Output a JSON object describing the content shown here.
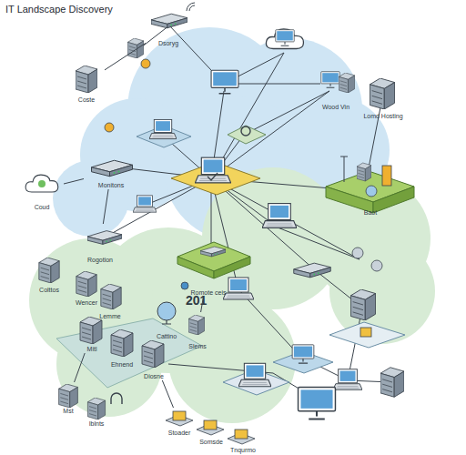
{
  "diagram": {
    "title": "IT Landscape Discovery",
    "nodes": [
      {
        "text": [
          "Dsoryg"
        ]
      },
      {
        "text": [
          "Coste"
        ]
      },
      {
        "text": [
          "Wood Vin"
        ]
      },
      {
        "text": [
          "Lomd Hosting"
        ]
      },
      {
        "text": [
          "Coud"
        ]
      },
      {
        "text": [
          "Monitons"
        ]
      },
      {
        "text": [
          "Rogotion"
        ]
      },
      {
        "text": [
          "Baot"
        ]
      },
      {
        "text": [
          "Colttos"
        ]
      },
      {
        "text": [
          "Wencer"
        ]
      },
      {
        "text": [
          "Lemme"
        ]
      },
      {
        "text": [
          "Romote ceis"
        ]
      },
      {
        "text": [
          "Cattino"
        ]
      },
      {
        "text": [
          "Slems"
        ]
      },
      {
        "text": [
          "Mitl"
        ]
      },
      {
        "text": [
          "Ehnend"
        ]
      },
      {
        "text": [
          "Diosne"
        ]
      },
      {
        "text": [
          "Mst"
        ]
      },
      {
        "text": [
          "Iblnts"
        ]
      },
      {
        "text": [
          "Stoader"
        ]
      },
      {
        "text": [
          "Somsde"
        ]
      },
      {
        "text": [
          "Tnqurmo"
        ]
      }
    ],
    "edges": [
      {
        "from": 4,
        "to": 5,
        "arrow": "none"
      },
      {
        "from": 1,
        "to": 0,
        "arrow": "none"
      },
      {
        "from": 6,
        "to": 5,
        "arrow": "none"
      },
      {
        "from": 14,
        "to": 17,
        "arrow": "none"
      },
      {
        "from": 16,
        "to": 19,
        "arrow": "none"
      },
      {
        "from": 11,
        "to": 13,
        "arrow": "none"
      }
    ],
    "labels": [
      "201"
    ]
  }
}
